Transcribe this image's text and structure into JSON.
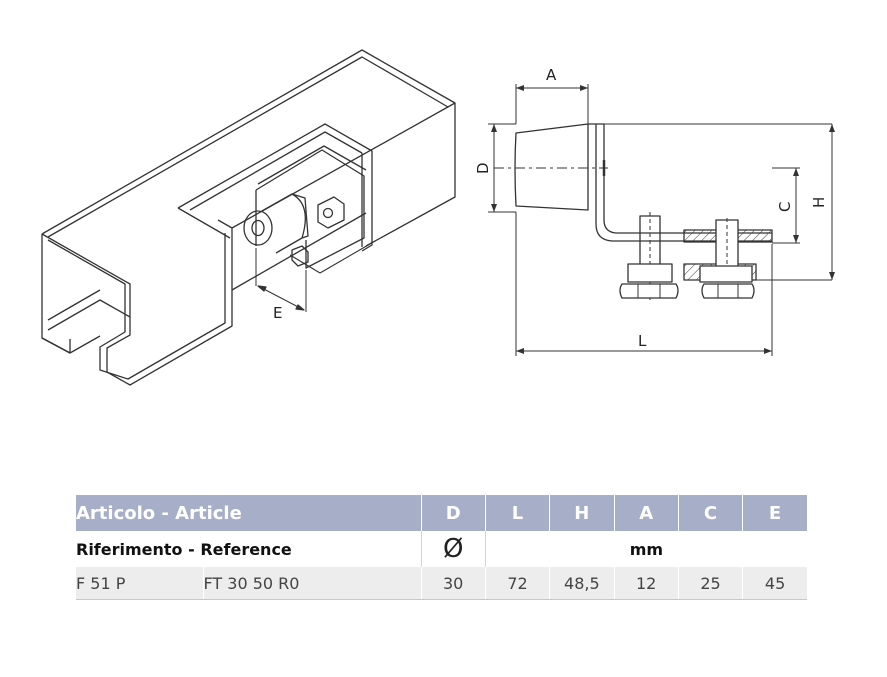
{
  "drawing": {
    "perspective_label_e": "E",
    "label_a": "A",
    "label_d": "D",
    "label_c": "C",
    "label_h": "H",
    "label_l": "L"
  },
  "table": {
    "title": "Articolo - Article",
    "dim_headers": [
      "D",
      "L",
      "H",
      "A",
      "C",
      "E"
    ],
    "subheader_ref": "Riferimento - Reference",
    "diameter_symbol": "Ø",
    "unit": "mm",
    "rows": [
      {
        "code": "F 51 P",
        "ref_code": "FT 30 50 R0",
        "values": [
          "30",
          "72",
          "48,5",
          "12",
          "25",
          "45"
        ]
      }
    ]
  }
}
